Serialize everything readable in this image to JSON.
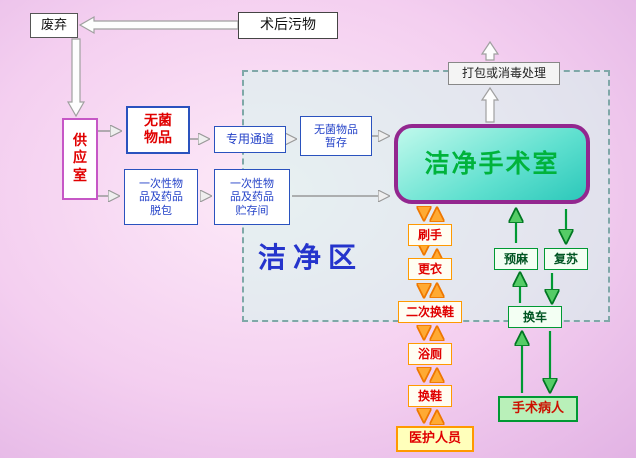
{
  "zone": {
    "label": "洁净区"
  },
  "nodes": {
    "discard": "废弃",
    "post_op_waste": "术后污物",
    "pack_or_disinfect": "打包或消毒处理",
    "supply_room": "供\n应\n室",
    "sterile_items": "无菌\n物品",
    "dedicated_passage": "专用通道",
    "sterile_items_storage": "无菌物品\n暂存",
    "disposable_unpack": "一次性物\n品及药品\n脱包",
    "disposable_storage": "一次性物\n品及药品\n贮存间",
    "clean_operating_room": "洁净手术室",
    "scrub_hands": "刷手",
    "change_clothes": "更衣",
    "second_shoe_change": "二次换鞋",
    "bath_toilet": "浴厕",
    "shoe_change": "换鞋",
    "medical_staff": "医护人员",
    "pre_anesthesia": "预麻",
    "recovery": "复苏",
    "cart_change": "换车",
    "surgical_patient": "手术病人"
  },
  "colors": {
    "background_pink": "#f4cff0",
    "zone_fill": "#d6f6ec",
    "operating_room_border": "#93278f",
    "operating_room_text": "#00b33c",
    "blue": "#2442c8",
    "red": "#e00000",
    "orange": "#ff8800",
    "green": "#009933"
  }
}
